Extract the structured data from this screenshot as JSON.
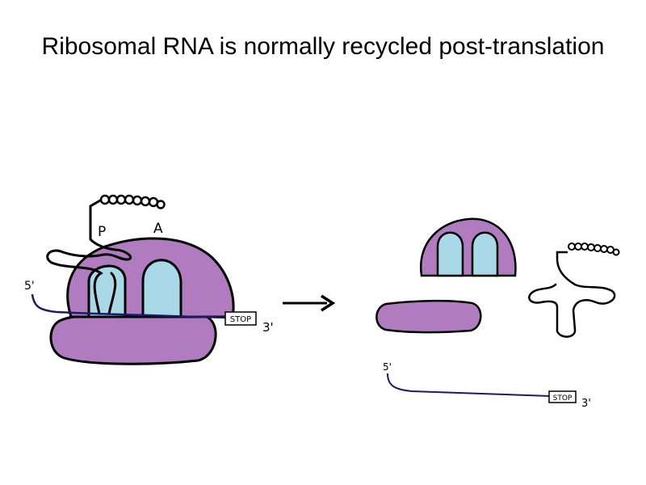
{
  "title": "Ribosomal RNA is normally recycled post-translation",
  "colors": {
    "ribosome_fill": "#b07cbf",
    "site_fill": "#a9d9e6",
    "mrna_stroke": "#1c1a6b",
    "outline": "#000000",
    "background": "#ffffff"
  },
  "before": {
    "p_site_label": "P",
    "a_site_label": "A",
    "five_prime": "5'",
    "three_prime": "3'",
    "stop_codon": "STOP"
  },
  "after": {
    "five_prime": "5'",
    "three_prime": "3'",
    "stop_codon": "STOP"
  },
  "arrow_icon": "right-arrow-icon"
}
